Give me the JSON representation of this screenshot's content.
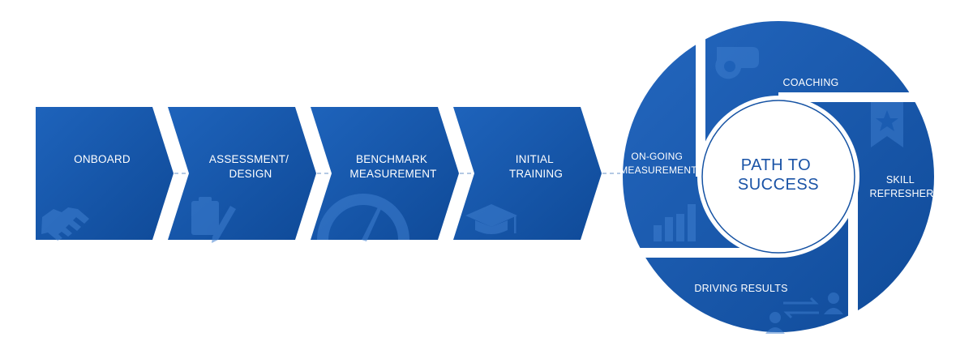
{
  "steps": [
    {
      "lines": [
        "ONBOARD"
      ],
      "icon": "handshake-icon"
    },
    {
      "lines": [
        "ASSESSMENT/",
        "DESIGN"
      ],
      "icon": "clipboard-icon"
    },
    {
      "lines": [
        "BENCHMARK",
        "MEASUREMENT"
      ],
      "icon": "gauge-icon"
    },
    {
      "lines": [
        "INITIAL",
        "TRAINING"
      ],
      "icon": "graduation-cap-icon"
    }
  ],
  "cycle": {
    "center": [
      "PATH TO",
      "SUCCESS"
    ],
    "segments": [
      {
        "lines": [
          "COACHING"
        ],
        "icon": "whistle-icon"
      },
      {
        "lines": [
          "SKILL",
          "REFRESHER"
        ],
        "icon": "ribbon-star-icon"
      },
      {
        "lines": [
          "DRIVING RESULTS"
        ],
        "icon": "people-exchange-icon"
      },
      {
        "lines": [
          "ON-GOING",
          "MEASUREMENT"
        ],
        "icon": "bar-chart-icon"
      }
    ]
  },
  "colors": {
    "primary": "#1552a3",
    "primary_light": "#2a6cc2",
    "primary_dark": "#0d3f86",
    "icon": "#3f7fd0",
    "connector": "#9cb7dc",
    "center_fill": "#ffffff",
    "center_text": "#1a53a6"
  }
}
